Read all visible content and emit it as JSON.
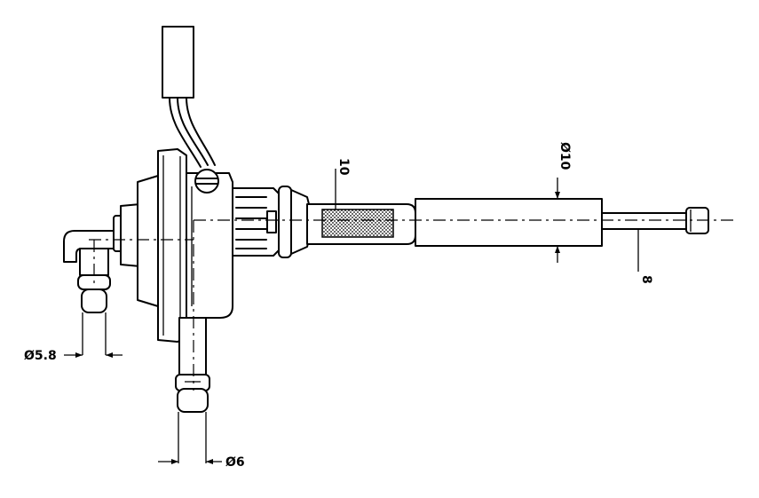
{
  "dimensions": {
    "outlet_diameter": "Ø5.8",
    "inlet_diameter": "Ø6",
    "filter_length": "10",
    "sleeve_diameter": "Ø10",
    "tip_length": "8"
  },
  "colors": {
    "line": "#000000",
    "background": "#ffffff"
  }
}
